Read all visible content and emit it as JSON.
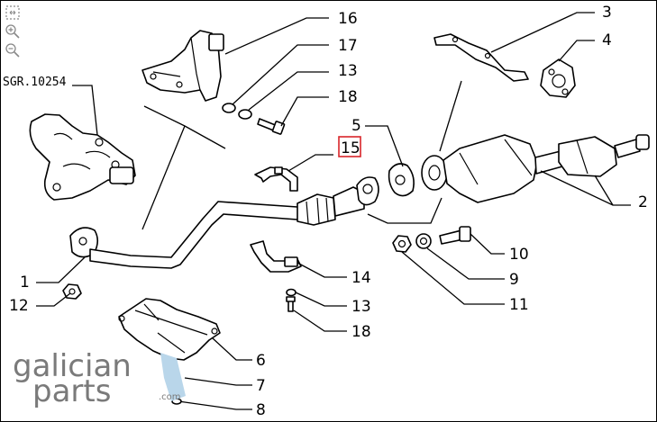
{
  "reference": "SGR.10254",
  "highlighted_callout": "15",
  "highlight_color": "#d9252a",
  "toolbar": {
    "items": [
      {
        "name": "fit-page-icon"
      },
      {
        "name": "zoom-in-icon"
      },
      {
        "name": "zoom-out-icon"
      }
    ]
  },
  "callouts": {
    "c1": "1",
    "c2": "2",
    "c3": "3",
    "c4": "4",
    "c5": "5",
    "c6": "6",
    "c7": "7",
    "c8": "8",
    "c9": "9",
    "c10": "10",
    "c11": "11",
    "c12": "12",
    "c13a": "13",
    "c13b": "13",
    "c14": "14",
    "c15": "15",
    "c16": "16",
    "c17": "17",
    "c18a": "18",
    "c18b": "18"
  },
  "watermark": {
    "line1": "galician",
    "line2": "parts",
    "suffix": ".com"
  }
}
